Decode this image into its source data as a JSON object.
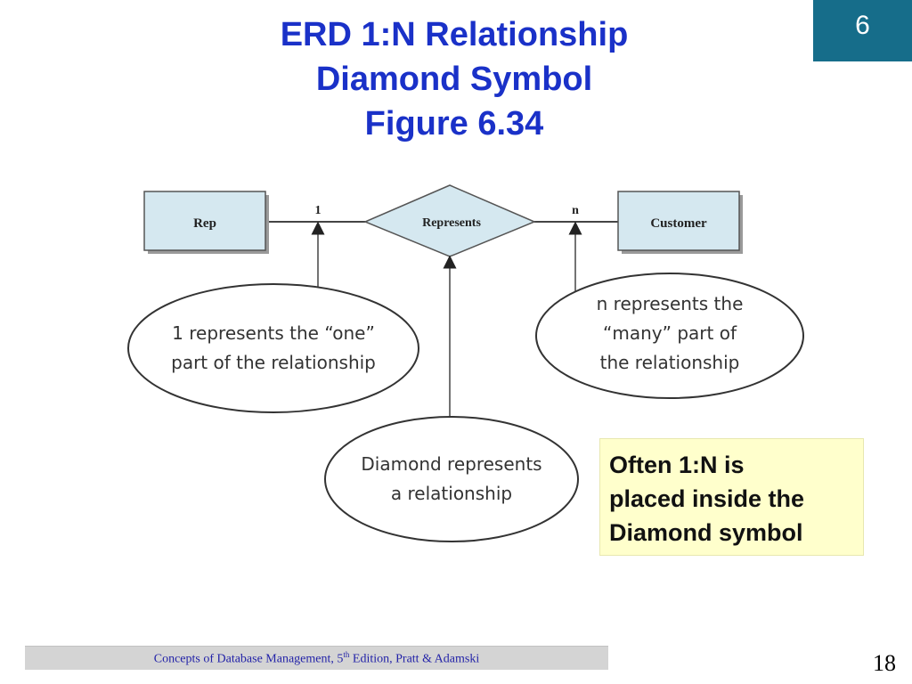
{
  "slide": {
    "title_lines": [
      "ERD 1:N Relationship",
      "Diamond Symbol",
      "Figure 6.34"
    ],
    "chapter_badge": "6",
    "page_number": "18"
  },
  "diagram": {
    "entity_left": "Rep",
    "entity_right": "Customer",
    "relationship": "Represents",
    "cardinality_left": "1",
    "cardinality_right": "n",
    "note_one": [
      "1 represents the “one”",
      "part of the relationship"
    ],
    "note_many": [
      "n represents the",
      "“many” part of",
      "the relationship"
    ],
    "note_diamond": [
      "Diamond represents",
      "a relationship"
    ]
  },
  "callout": {
    "lines": [
      "Often 1:N is",
      "placed inside the",
      "Diamond symbol"
    ]
  },
  "footer": {
    "before_sup": "Concepts of Database Management, 5",
    "sup": "th",
    "after_sup": " Edition, Pratt & Adamski"
  },
  "colors": {
    "title": "#1a31c8",
    "badge_bg": "#166d8a",
    "entity_fill": "#d5e8f0",
    "diamond_fill": "#d5e8f0",
    "callout_bg": "#ffffcc",
    "footer_bg": "#d4d4d4",
    "footer_text": "#2323a8"
  }
}
